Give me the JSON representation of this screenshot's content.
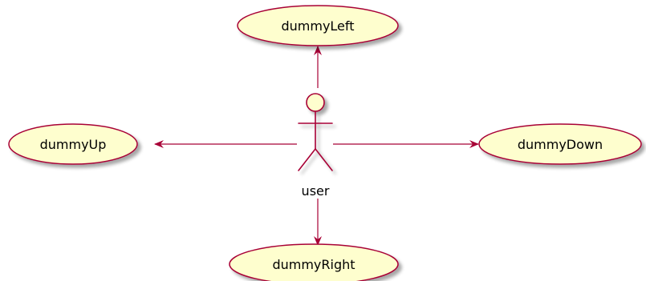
{
  "diagram": {
    "actor": {
      "label": "user"
    },
    "use_cases": [
      {
        "id": "left",
        "label": "dummyLeft"
      },
      {
        "id": "up",
        "label": "dummyUp"
      },
      {
        "id": "down",
        "label": "dummyDown"
      },
      {
        "id": "right",
        "label": "dummyRight"
      }
    ],
    "colors": {
      "usecase_fill": "#FEFECE",
      "usecase_border": "#A80036",
      "arrow": "#A80036",
      "shadow": "#C8C8C8",
      "text": "#000000"
    }
  }
}
